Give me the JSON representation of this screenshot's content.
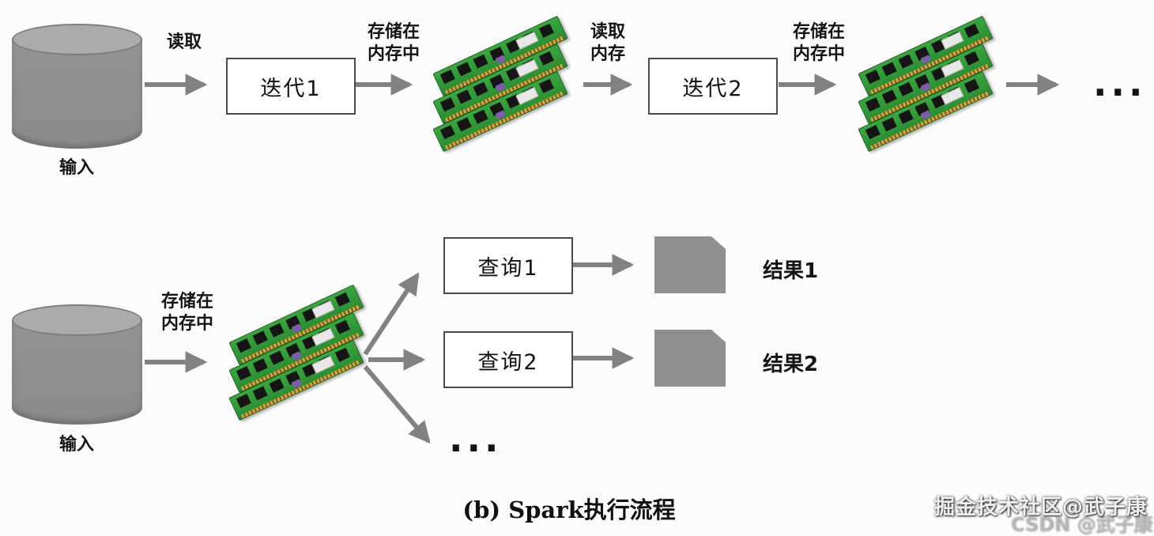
{
  "colors": {
    "shape_gray": "#8f8f8f",
    "arrow_gray": "#828282",
    "box_border": "#4a4a4a",
    "ram_green": "#2e9b37",
    "background": "#fcfcfc"
  },
  "top_flow": {
    "input_label": "输入",
    "read_label": "读取",
    "iter1_label": "迭代1",
    "store_mem_1_line1": "存储在",
    "store_mem_1_line2": "内存中",
    "read_mem_line1": "读取",
    "read_mem_line2": "内存",
    "iter2_label": "迭代2",
    "store_mem_2_line1": "存储在",
    "store_mem_2_line2": "内存中",
    "ellipsis": "..."
  },
  "bottom_flow": {
    "input_label": "输入",
    "store_mem_line1": "存储在",
    "store_mem_line2": "内存中",
    "query1_label": "查询1",
    "query2_label": "查询2",
    "result1_label": "结果1",
    "result2_label": "结果2",
    "ellipsis": "..."
  },
  "caption": "(b) Spark执行流程",
  "watermark_primary": "掘金技术社区@武子康",
  "watermark_secondary": "CSDN @武子康"
}
